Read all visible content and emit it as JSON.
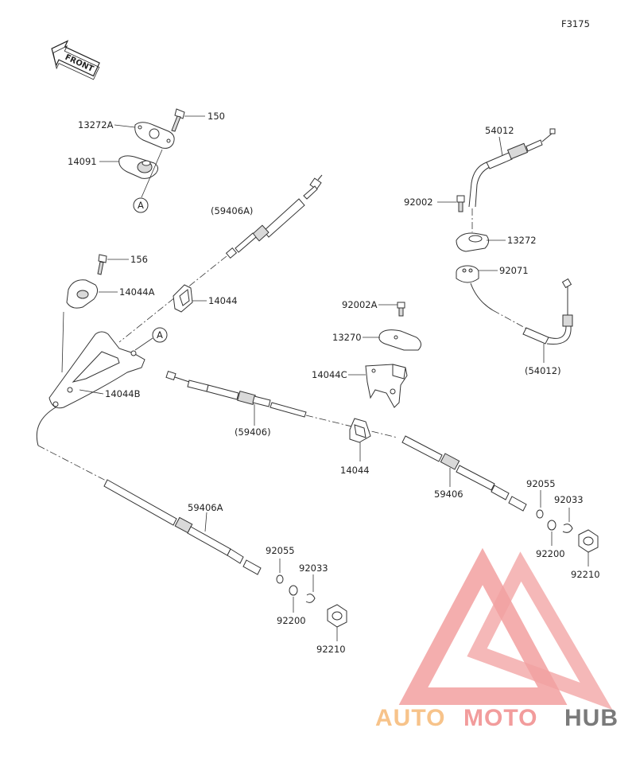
{
  "figure_code": "F3175",
  "front_marker": "FRONT",
  "watermark": {
    "part1": "AUTO",
    "part2": "MOTO",
    "part3": "HUB",
    "color_a": "#f7c38a",
    "color_b": "#f29c9c",
    "color_c": "#7a7a7a"
  },
  "ref_a_1": "A",
  "ref_a_2": "A",
  "labels": {
    "p13272A": "13272A",
    "p150": "150",
    "p14091": "14091",
    "p59406A_paren": "(59406A)",
    "p156": "156",
    "p14044A": "14044A",
    "p14044_top": "14044",
    "p14044B": "14044B",
    "p59406_paren": "(59406)",
    "p54012": "54012",
    "p92002": "92002",
    "p13272": "13272",
    "p92071": "92071",
    "p54012_paren": "(54012)",
    "p92002A": "92002A",
    "p13270": "13270",
    "p14044C": "14044C",
    "p14044_mid": "14044",
    "p59406": "59406",
    "p92055_r": "92055",
    "p92033_r": "92033",
    "p92200_r": "92200",
    "p92210_r": "92210",
    "p59406A": "59406A",
    "p92055_l": "92055",
    "p92033_l": "92033",
    "p92200_l": "92200",
    "p92210_l": "92210"
  }
}
